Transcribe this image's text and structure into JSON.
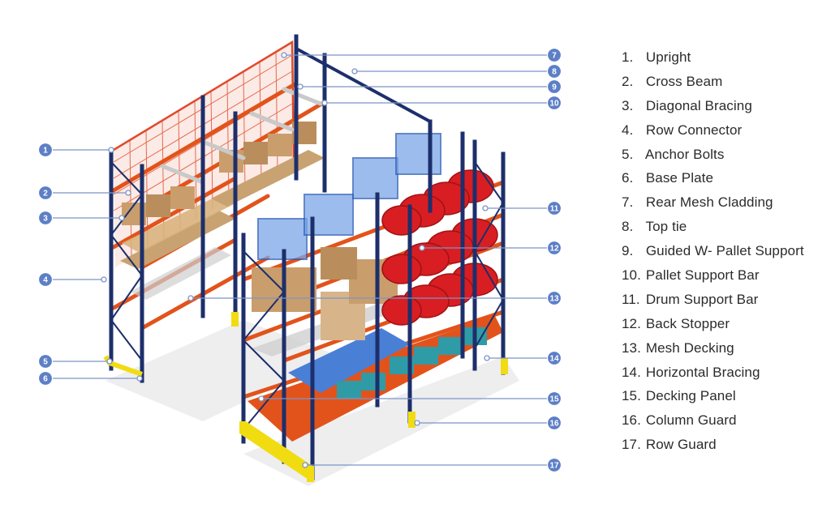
{
  "colors": {
    "upright": "#1d2f6b",
    "beam": "#e2531b",
    "mesh": "#e14a2b",
    "bin": "#4a7fd6",
    "drum": "#d81e22",
    "box": "#c99e6c",
    "pallet": "#c8a371",
    "crate": "#2f9ba6",
    "guard": "#f1dc12",
    "callout": "#5c7fc6"
  },
  "callouts": [
    {
      "label": "1"
    },
    {
      "label": "2"
    },
    {
      "label": "3"
    },
    {
      "label": "4"
    },
    {
      "label": "5"
    },
    {
      "label": "6"
    },
    {
      "label": "7"
    },
    {
      "label": "8"
    },
    {
      "label": "9"
    },
    {
      "label": "10"
    },
    {
      "label": "11"
    },
    {
      "label": "12"
    },
    {
      "label": "13"
    },
    {
      "label": "14"
    },
    {
      "label": "15"
    },
    {
      "label": "16"
    },
    {
      "label": "17"
    }
  ],
  "legend": [
    {
      "num": "1.",
      "label": "Upright"
    },
    {
      "num": "2.",
      "label": "Cross Beam"
    },
    {
      "num": "3.",
      "label": "Diagonal Bracing"
    },
    {
      "num": "4.",
      "label": "Row Connector"
    },
    {
      "num": "5.",
      "label": "Anchor Bolts"
    },
    {
      "num": "6.",
      "label": "Base Plate"
    },
    {
      "num": "7.",
      "label": "Rear Mesh Cladding"
    },
    {
      "num": "8.",
      "label": "Top tie"
    },
    {
      "num": "9.",
      "label": "Guided W- Pallet Support"
    },
    {
      "num": "10.",
      "label": "Pallet Support Bar"
    },
    {
      "num": "11.",
      "label": "Drum Support Bar"
    },
    {
      "num": "12.",
      "label": "Back Stopper"
    },
    {
      "num": "13.",
      "label": "Mesh Decking"
    },
    {
      "num": "14.",
      "label": "Horizontal Bracing"
    },
    {
      "num": "15.",
      "label": "Decking Panel"
    },
    {
      "num": "16.",
      "label": "Column Guard"
    },
    {
      "num": "17.",
      "label": "Row Guard"
    }
  ]
}
